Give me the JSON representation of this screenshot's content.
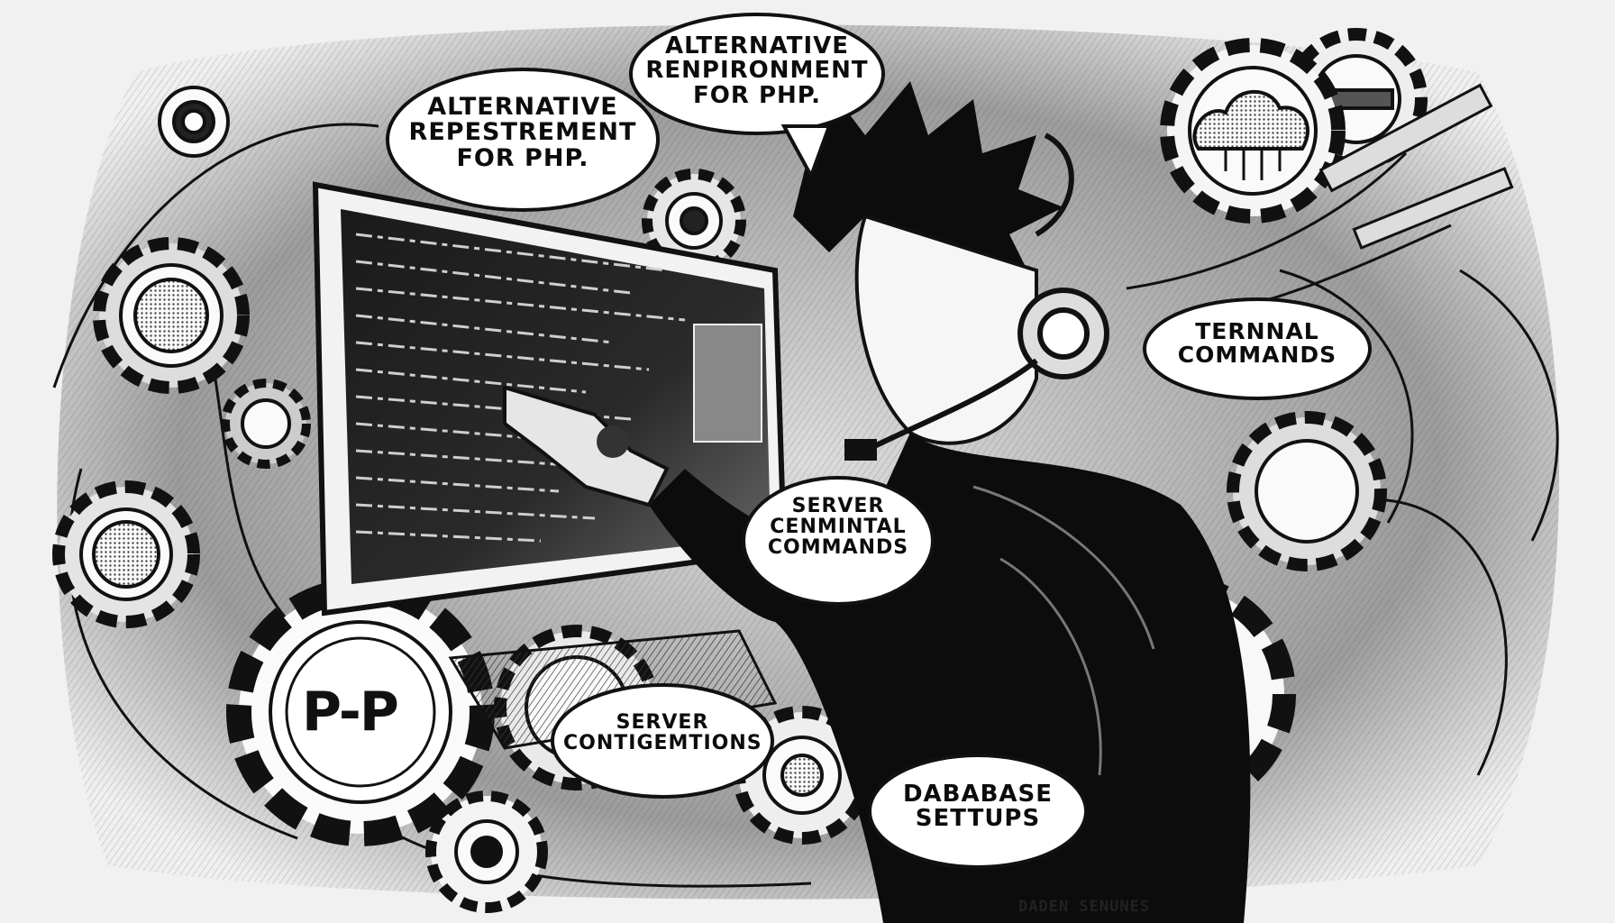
{
  "bubbles": {
    "left_top_line1": "ALTERNATIVE",
    "left_top_line2": "REPESTREMENT",
    "left_top_line3": "FOR PHP.",
    "center_top_line1": "ALTERNATIVE",
    "center_top_line2": "RENPIRONMENT",
    "center_top_line3": "FOR PHP.",
    "terminal_line1": "TERNNAL",
    "terminal_line2": "COMMANDS",
    "server_cmd_line1": "SERVER",
    "server_cmd_line2": "CENMINTAL",
    "server_cmd_line3": "COMMANDS",
    "server_config_line1": "SERVER",
    "server_config_line2": "CONTIGEMTIONS",
    "database_line1": "DABABASE",
    "database_line2": "SETTUPS"
  },
  "gear_logo": "P-P",
  "signature": "DADEN SENUNES",
  "icons": [
    "gear-icon",
    "cloud-icon",
    "cable-plug-icon",
    "monitor-icon",
    "keyboard-icon",
    "headset-icon"
  ],
  "colors": {
    "ink": "#0c0c0c",
    "paper": "#f1f1f1",
    "shade": "#6b6b6b"
  }
}
